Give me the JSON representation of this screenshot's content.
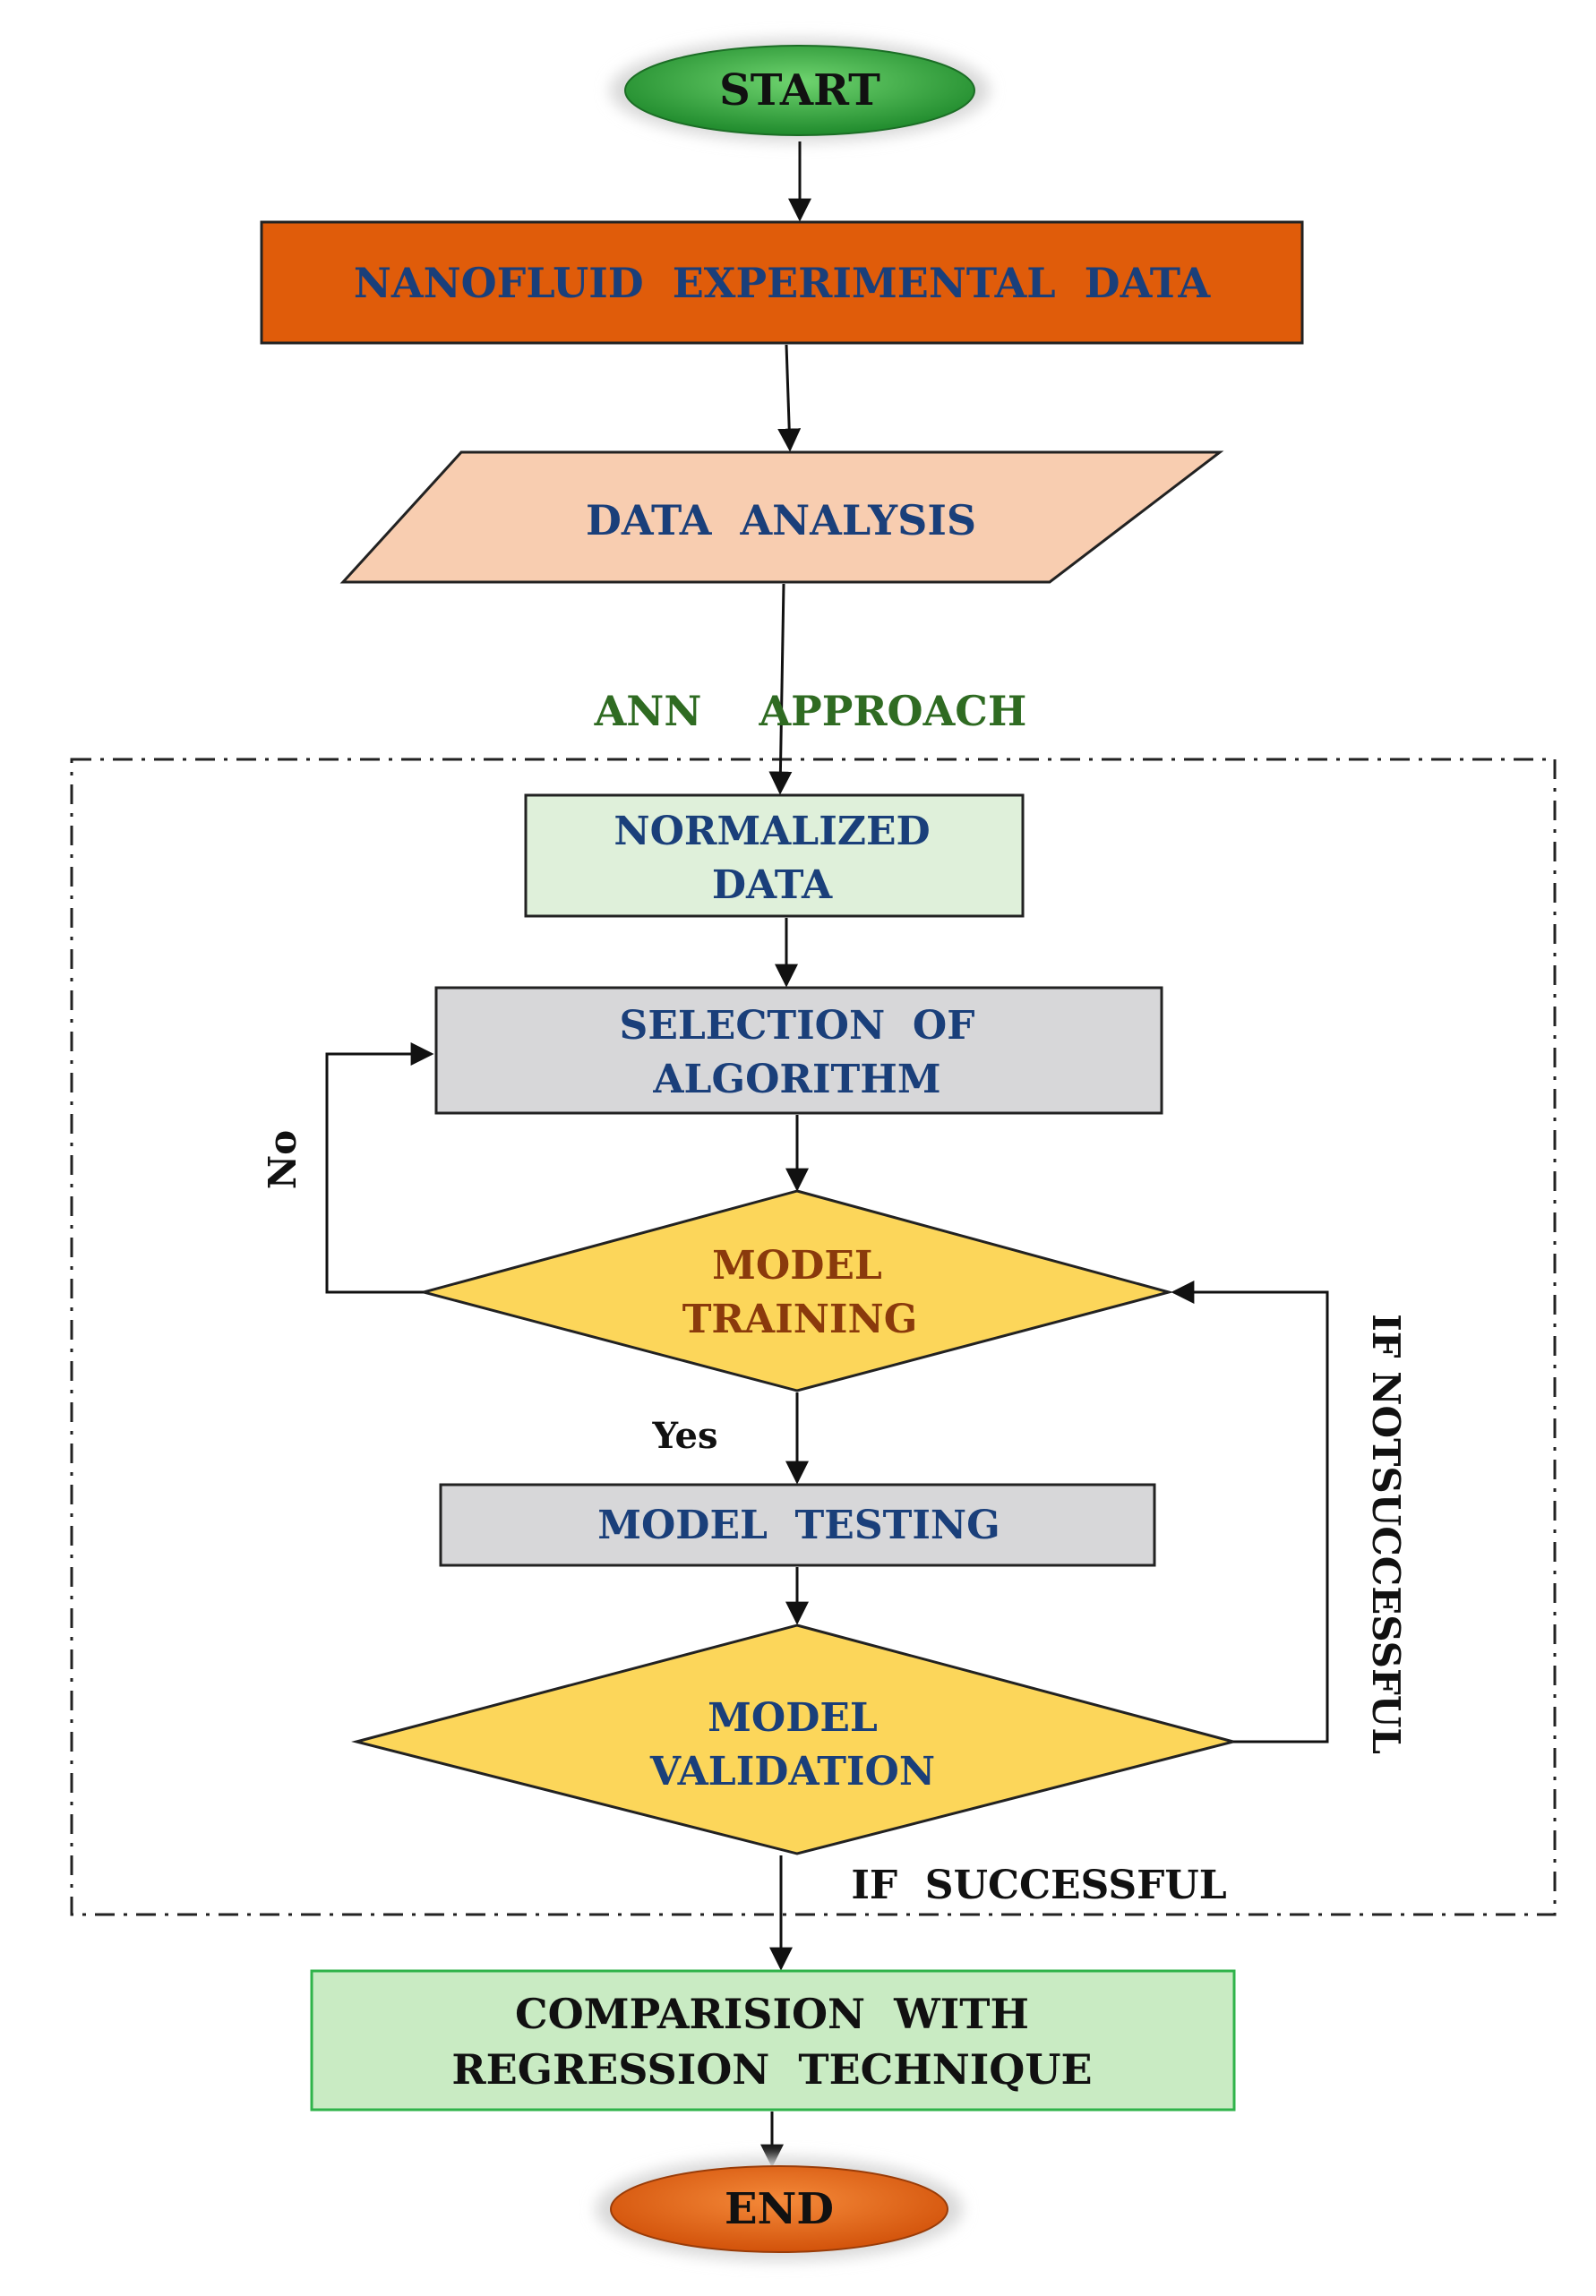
{
  "nodes": {
    "start": "START",
    "experimental_data": "NANOFLUID  EXPERIMENTAL  DATA",
    "data_analysis": "DATA  ANALYSIS",
    "normalized": [
      "NORMALIZED",
      "DATA"
    ],
    "selection": [
      "SELECTION  OF",
      "ALGORITHM"
    ],
    "training": [
      "MODEL",
      "TRAINING"
    ],
    "testing": "MODEL  TESTING",
    "validation": [
      "MODEL",
      "VALIDATION"
    ],
    "comparison": [
      "COMPARISION  WITH",
      "REGRESSION  TECHNIQUE"
    ],
    "end": "END"
  },
  "labels": {
    "ann_approach": "ANN    APPROACH",
    "no": "No",
    "yes": "Yes",
    "not_successful": "IF NOTSUCCESSFUL",
    "successful": "IF  SUCCESSFUL"
  },
  "colors": {
    "start_fill": "#2e9a3a",
    "data_box_fill": "#e05c0a",
    "analysis_fill": "#f8cdb0",
    "normalized_fill": "#dff0da",
    "gray_fill": "#d7d7d9",
    "diamond_fill": "#fcd65a",
    "comparison_fill": "#c9ebc3",
    "comparison_border": "#2fb34a",
    "end_fill": "#e05c0a",
    "text_blue": "#1a3f7a"
  }
}
